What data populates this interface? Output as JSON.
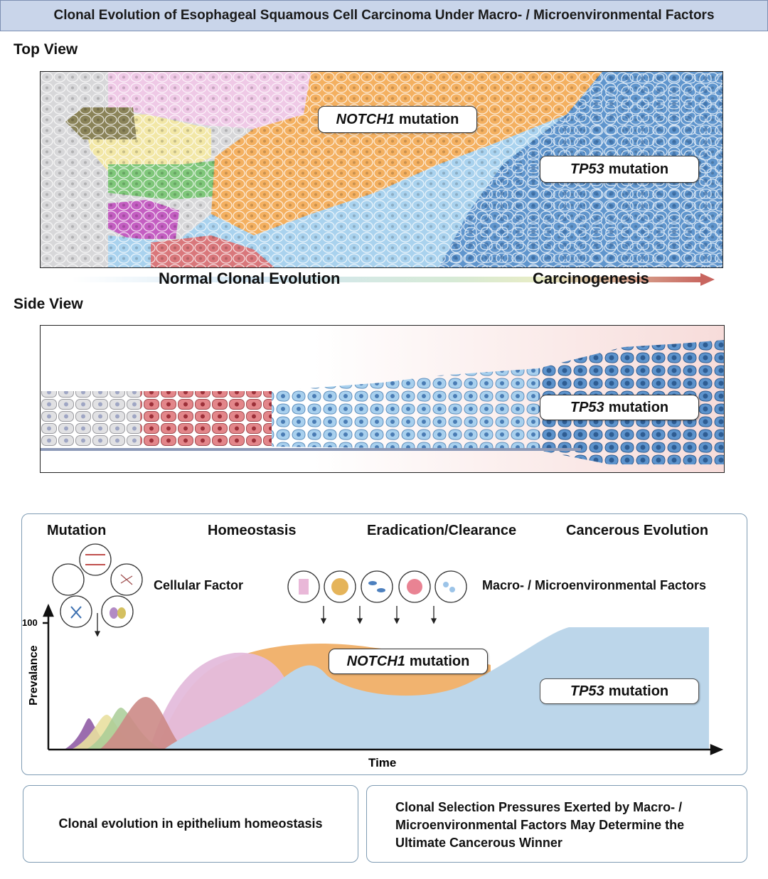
{
  "title": "Clonal Evolution of Esophageal Squamous Cell Carcinoma Under Macro- / Microenvironmental Factors",
  "top_view": {
    "heading": "Top View",
    "notch1_label": {
      "gene": "NOTCH1",
      "suffix": "mutation"
    },
    "tp53_label": {
      "gene": "TP53",
      "suffix": "mutation"
    }
  },
  "progress": {
    "normal": "Normal Clonal Evolution",
    "carcinogenesis": "Carcinogenesis"
  },
  "side_view": {
    "heading": "Side View",
    "tp53_label": {
      "gene": "TP53",
      "suffix": "mutation"
    }
  },
  "lower": {
    "stages": [
      "Mutation",
      "Homeostasis",
      "Eradication/Clearance",
      "Cancerous Evolution"
    ],
    "cellular_factor": "Cellular Factor",
    "macro_factors": "Macro- / Microenvironmental Factors",
    "y_axis": "Prevalance",
    "y_tick": "100",
    "x_axis": "Time",
    "notch1_label": {
      "gene": "NOTCH1",
      "suffix": "mutation"
    },
    "tp53_label": {
      "gene": "TP53",
      "suffix": "mutation"
    }
  },
  "bottom_left": "Clonal evolution in epithelium homeostasis",
  "bottom_right": [
    "Clonal Selection Pressures Exerted by Macro- /",
    "Microenvironmental Factors May Determine the",
    "Ultimate Cancerous Winner"
  ]
}
